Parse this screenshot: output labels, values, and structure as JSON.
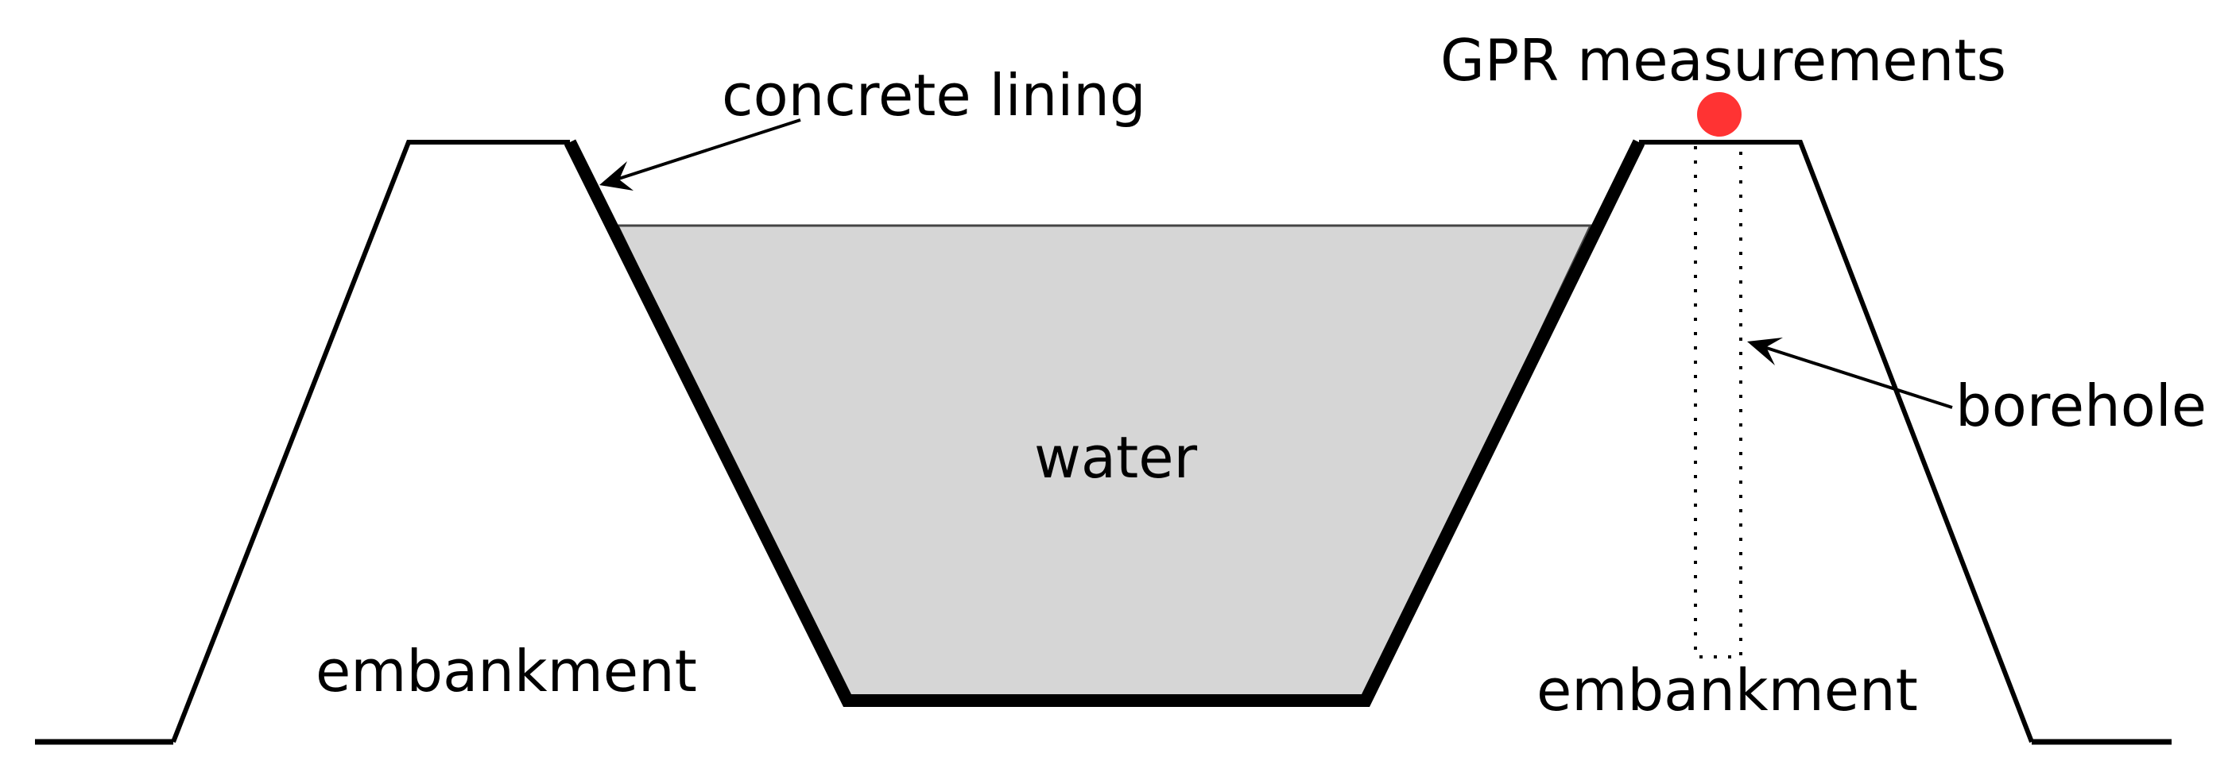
{
  "labels": {
    "concrete_lining": "concrete lining",
    "gpr_measurements": "GPR measurements",
    "water": "water",
    "borehole": "borehole",
    "embankment_left": "embankment",
    "embankment_right": "embankment"
  },
  "colors": {
    "water_fill": "#d6d6d6",
    "gpr_marker": "#ff3333",
    "line": "#000000"
  }
}
